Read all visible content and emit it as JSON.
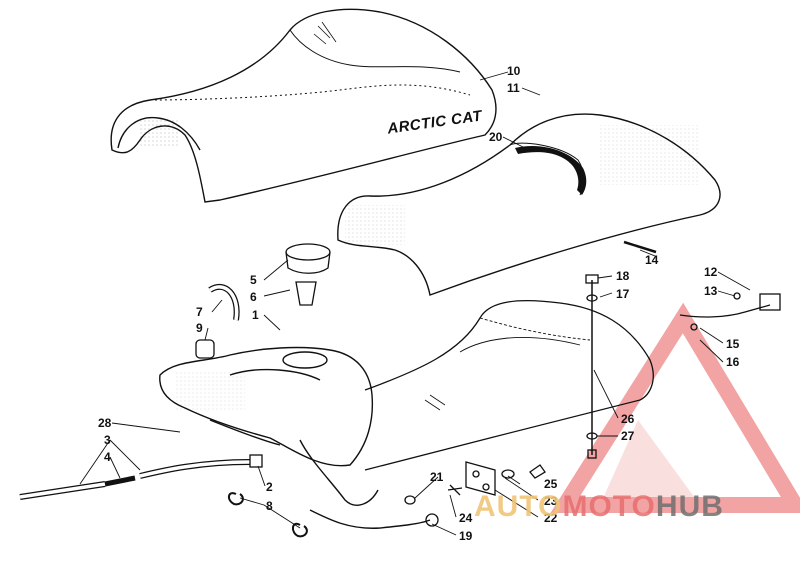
{
  "diagram": {
    "seat_brand_text": "ARCTIC CAT",
    "callouts": [
      {
        "id": "10",
        "text": "10"
      },
      {
        "id": "11",
        "text": "11"
      },
      {
        "id": "20",
        "text": "20"
      },
      {
        "id": "14",
        "text": "14"
      },
      {
        "id": "5",
        "text": "5"
      },
      {
        "id": "6",
        "text": "6"
      },
      {
        "id": "7",
        "text": "7"
      },
      {
        "id": "1",
        "text": "1"
      },
      {
        "id": "9",
        "text": "9"
      },
      {
        "id": "18",
        "text": "18"
      },
      {
        "id": "17",
        "text": "17"
      },
      {
        "id": "12",
        "text": "12"
      },
      {
        "id": "13",
        "text": "13"
      },
      {
        "id": "15",
        "text": "15"
      },
      {
        "id": "16",
        "text": "16"
      },
      {
        "id": "28",
        "text": "28"
      },
      {
        "id": "3",
        "text": "3"
      },
      {
        "id": "4",
        "text": "4"
      },
      {
        "id": "2",
        "text": "2"
      },
      {
        "id": "8",
        "text": "8"
      },
      {
        "id": "21",
        "text": "21"
      },
      {
        "id": "25",
        "text": "25"
      },
      {
        "id": "23",
        "text": "23"
      },
      {
        "id": "22",
        "text": "22"
      },
      {
        "id": "24",
        "text": "24"
      },
      {
        "id": "19",
        "text": "19"
      },
      {
        "id": "26",
        "text": "26"
      },
      {
        "id": "27",
        "text": "27"
      }
    ]
  },
  "watermark": {
    "part1": "AUTO",
    "part2": "MOTO",
    "part3": "HUB",
    "triangle_color": "#e85a5a",
    "auto_color": "#f0c478"
  }
}
